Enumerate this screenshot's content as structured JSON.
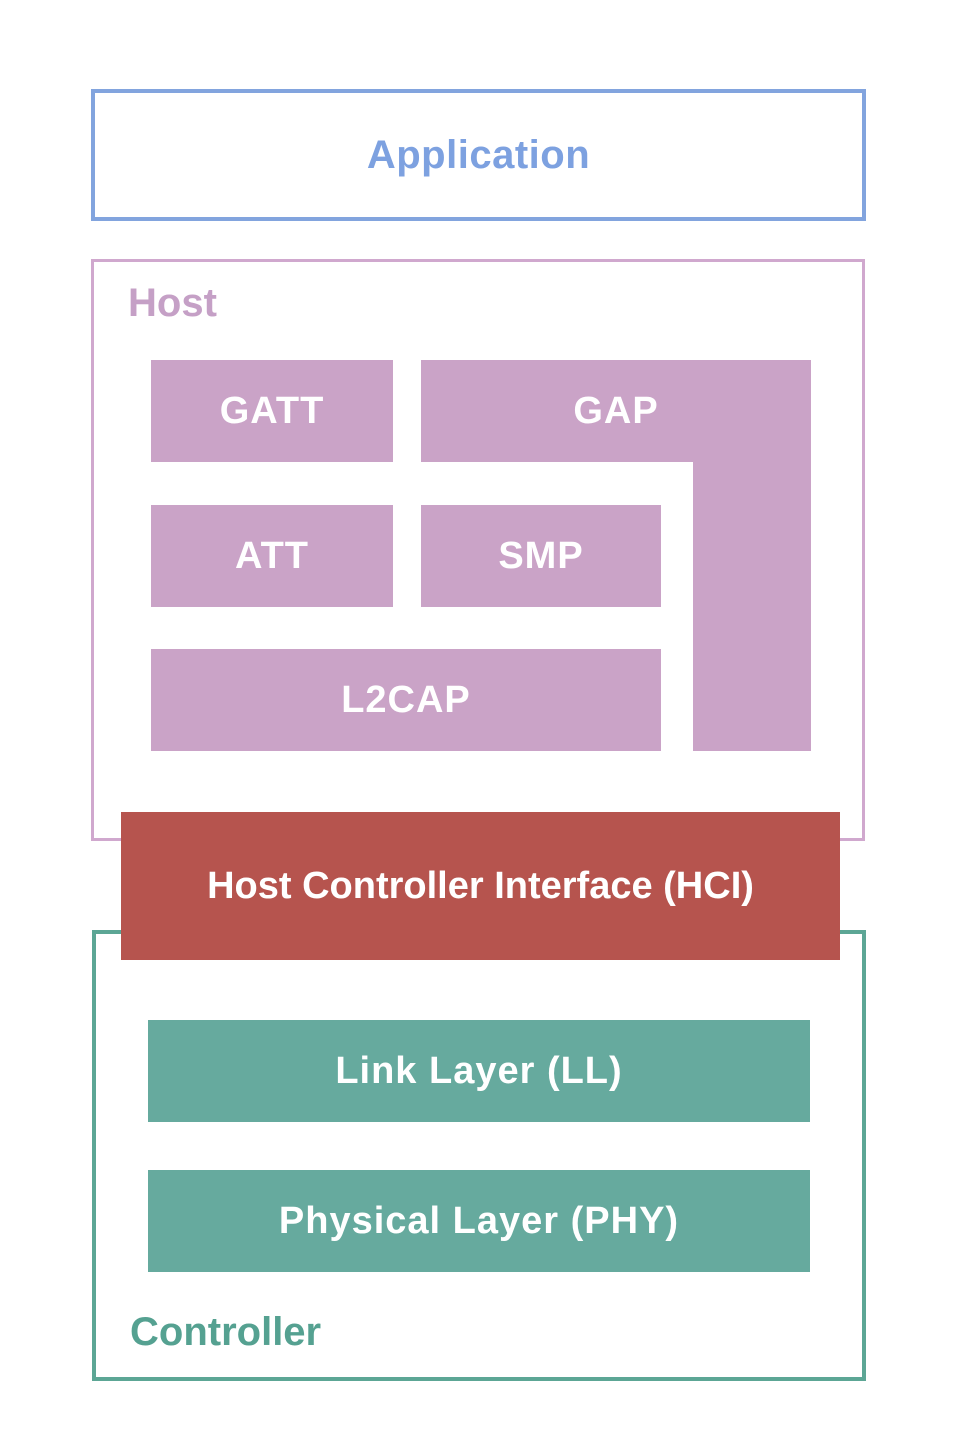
{
  "diagram": {
    "application": {
      "label": "Application"
    },
    "host": {
      "label": "Host",
      "blocks": {
        "gatt": "GATT",
        "gap": "GAP",
        "att": "ATT",
        "smp": "SMP",
        "l2cap": "L2CAP"
      }
    },
    "hci": {
      "label": "Host Controller Interface (HCI)"
    },
    "controller": {
      "label": "Controller",
      "blocks": {
        "link_layer": "Link Layer (LL)",
        "physical_layer": "Physical Layer (PHY)"
      }
    },
    "colors": {
      "application_border": "#82a4de",
      "application_text": "#7da1e0",
      "host_border": "#d0a8ce",
      "host_label": "#c5a0c6",
      "host_block_fill": "#caa3c7",
      "hci_fill": "#b6544e",
      "controller_border": "#5ca695",
      "controller_label": "#55a191",
      "controller_block_fill": "#66aa9e",
      "block_text": "#ffffff"
    }
  }
}
